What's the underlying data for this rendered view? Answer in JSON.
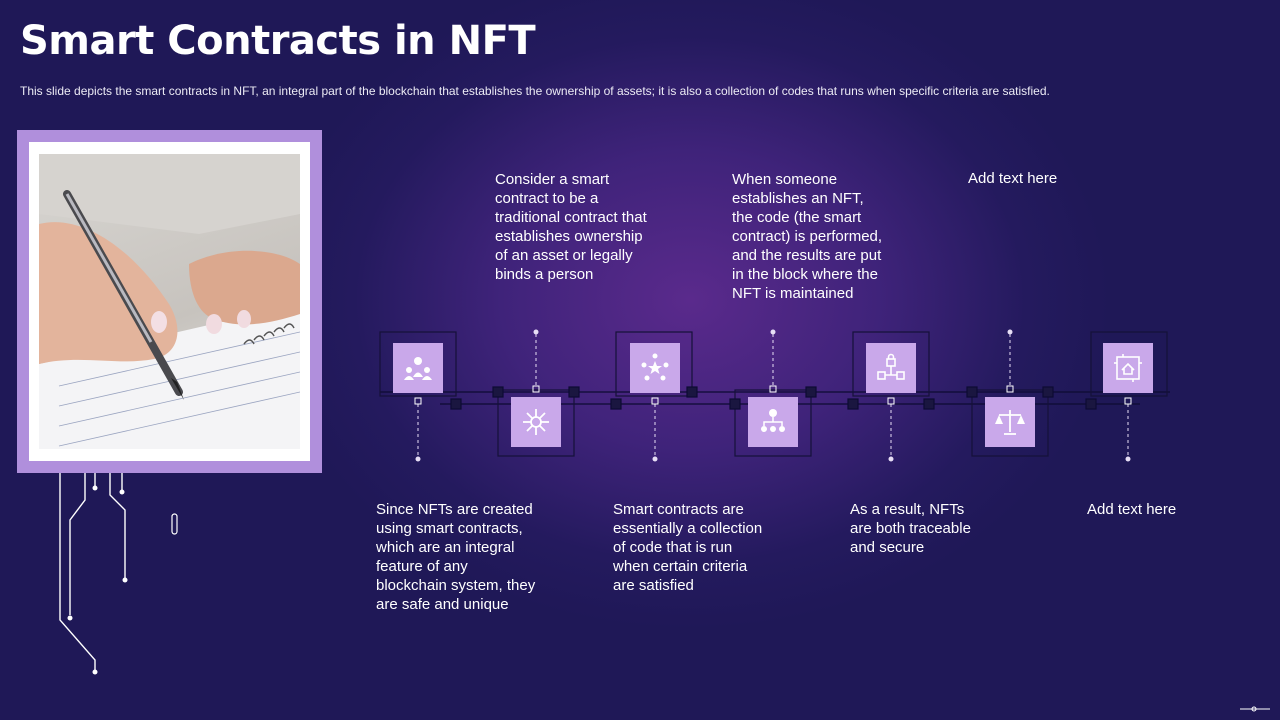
{
  "slide": {
    "title": "Smart Contracts in NFT",
    "subtitle": "This slide depicts the smart contracts in NFT, an integral part of the blockchain that establishes the ownership of assets; it is also a collection of codes that runs when specific criteria are satisfied."
  },
  "steps": [
    {
      "icon": "people-gear-icon",
      "text": "Since NFTs are created\nusing smart contracts,\nwhich are an integral\nfeature of any\nblockchain system, they\nare safe and unique"
    },
    {
      "icon": "network-hub-icon",
      "text": "Consider a smart\ncontract to be a\ntraditional contract that\nestablishes ownership\nof an asset or legally\nbinds a person"
    },
    {
      "icon": "team-star-icon",
      "text": "Smart contracts are\nessentially a collection\nof code that is run\nwhen certain criteria\nare satisfied"
    },
    {
      "icon": "org-chart-icon",
      "text": "When someone\nestablishes an NFT,\nthe code (the smart\ncontract) is performed,\nand the results are put\nin the block where the\nNFT is maintained"
    },
    {
      "icon": "blockchain-lock-icon",
      "text": "As a result,  NFTs\nare both traceable\nand secure"
    },
    {
      "icon": "balance-scale-icon",
      "text": "Add text here"
    },
    {
      "icon": "digital-house-icon",
      "text": "Add text here"
    }
  ],
  "colors": {
    "accent": "#c9a8ea",
    "frame": "#b08fdc",
    "background": "#221a5c"
  }
}
